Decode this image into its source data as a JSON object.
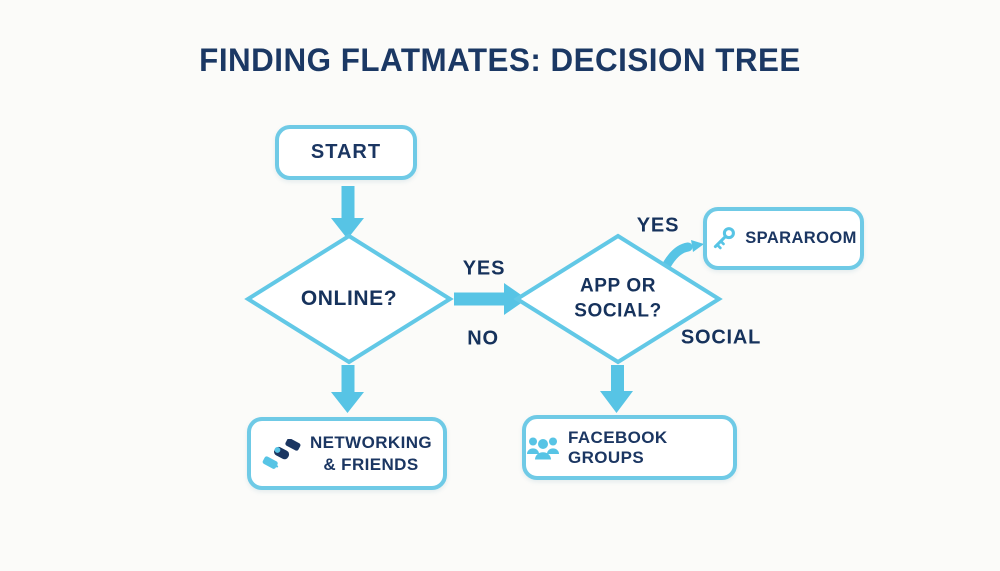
{
  "title": "FINDING FLATMATES: DECISION TREE",
  "palette": {
    "accent_blue": "#57c4e5",
    "border_blue": "#6fcae6",
    "navy_text": "#1b3662",
    "background": "#fbfbf9",
    "box_fill": "#ffffff"
  },
  "nodes": {
    "start": {
      "label": "START"
    },
    "online": {
      "label": "ONLINE?"
    },
    "app_or_social": {
      "lines": [
        "APP OR",
        "SOCIAL?"
      ]
    },
    "spararoom": {
      "label": "SPARAROOM",
      "icon": "key-icon"
    },
    "networking_friends": {
      "lines": [
        "NETWORKING",
        "& FRIENDS"
      ],
      "icon": "handshake-icon"
    },
    "facebook_groups": {
      "label": "FACEBOOK GROUPS",
      "icon": "people-group-icon"
    }
  },
  "edge_labels": {
    "online_yes": "YES",
    "online_no": "NO",
    "app_yes": "YES",
    "app_social": "SOCIAL"
  }
}
